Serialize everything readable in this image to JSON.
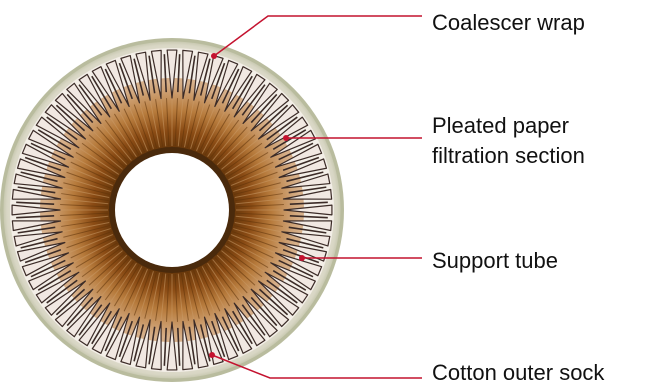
{
  "diagram": {
    "subject": "filter-element-cross-section",
    "callouts": [
      {
        "lines": [
          "Coalescer wrap"
        ],
        "target": "outer-wrap-edge"
      },
      {
        "lines": [
          "Pleated paper",
          "filtration section"
        ],
        "target": "pleated-paper-ring"
      },
      {
        "lines": [
          "Support tube"
        ],
        "target": "support-tube-ring"
      },
      {
        "lines": [
          "Cotton outer sock"
        ],
        "target": "outer-sock-edge"
      }
    ],
    "pleat_count": 64
  },
  "colors": {
    "leader_line": "#c4122f",
    "label_text": "#111111",
    "background": "#ffffff",
    "wrap_rim": "#c9ccb2",
    "pleat_light": "#f1e8e2",
    "pleat_shadow": "#3b2b27",
    "paper_outer": "#c99a66",
    "paper_mid": "#9a5a1f",
    "paper_inner": "#5f3309"
  }
}
